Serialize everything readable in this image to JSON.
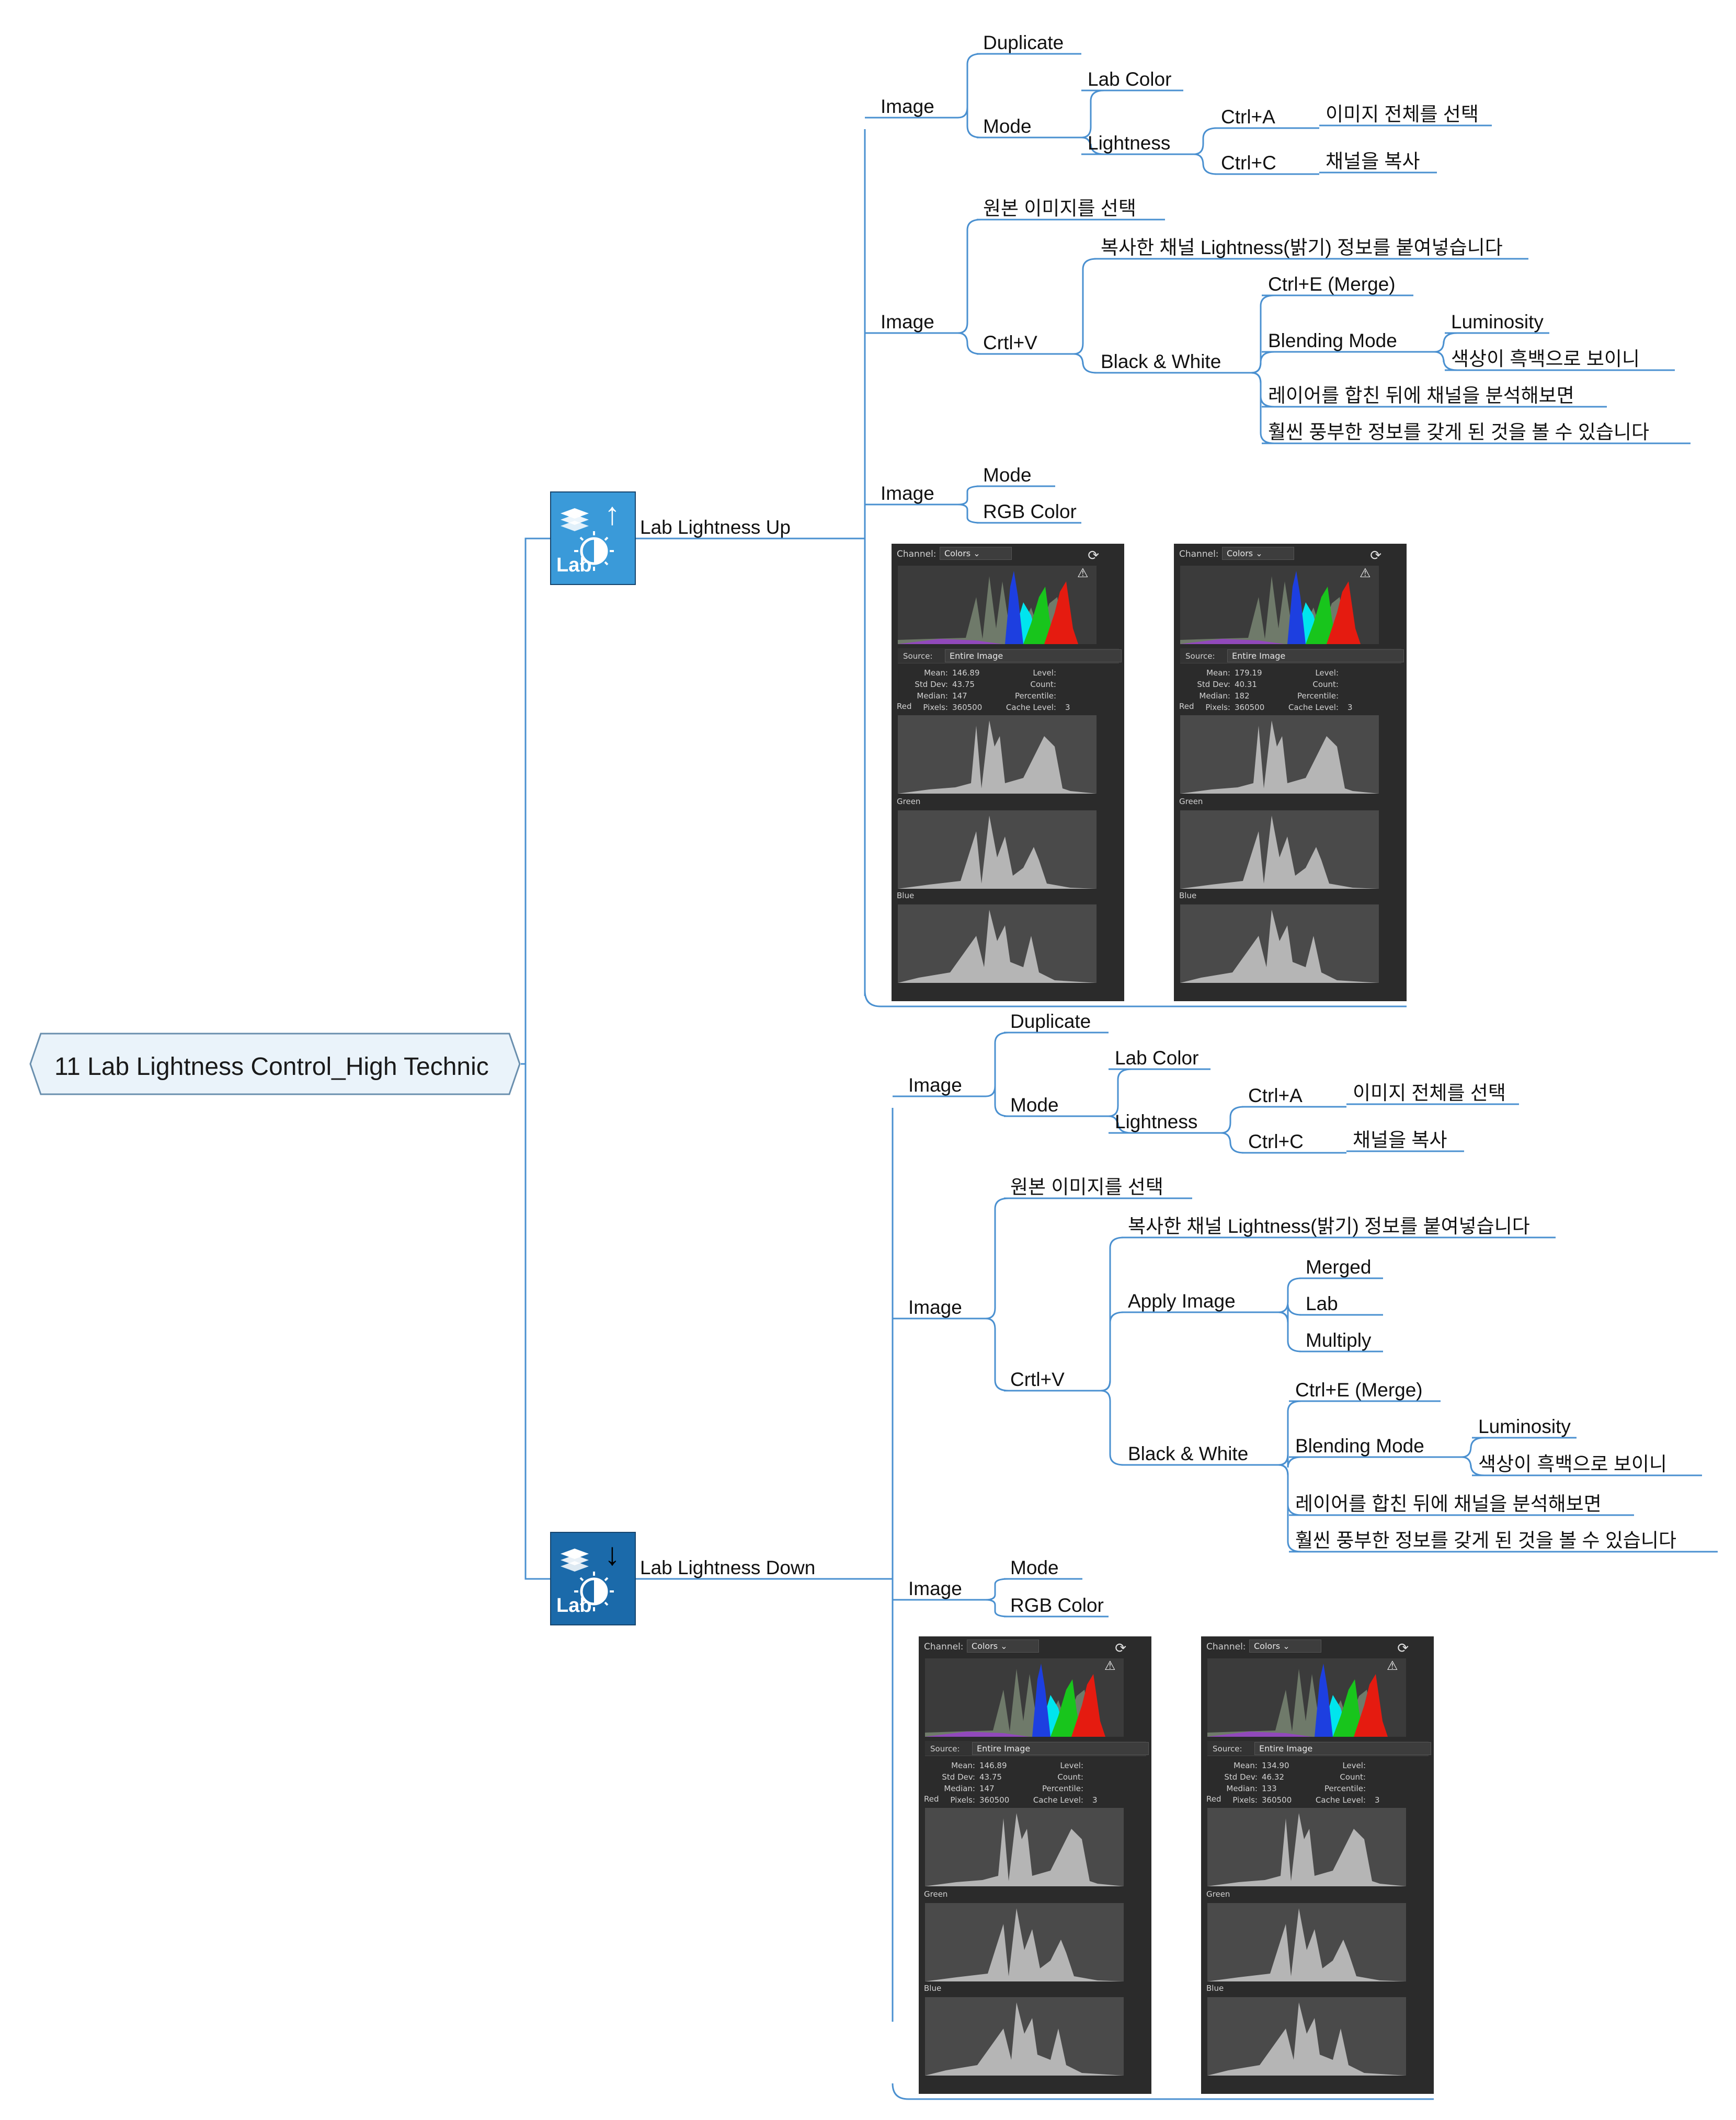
{
  "central_topic": "11 Lab Lightness Control_High Technic",
  "branch_icon": "lab-lightness-icon",
  "branches": [
    {
      "label": "Lab Lightness Up",
      "icon_arrow": "up-arrow-icon",
      "icon_text": "Lab",
      "icon_color": "#3a9ad9",
      "groups": [
        {
          "label": "Image",
          "items": [
            {
              "label": "Duplicate"
            },
            {
              "label": "Mode",
              "items": [
                {
                  "label": "Lab Color"
                },
                {
                  "label": "Lightness",
                  "items": [
                    {
                      "label": "Ctrl+A",
                      "items": [
                        {
                          "label": "이미지 전체를 선택"
                        }
                      ]
                    },
                    {
                      "label": "Ctrl+C",
                      "items": [
                        {
                          "label": "채널을 복사"
                        }
                      ]
                    }
                  ]
                }
              ]
            }
          ]
        },
        {
          "label": "Image",
          "items": [
            {
              "label": "원본 이미지를 선택"
            },
            {
              "label": "Crtl+V",
              "items": [
                {
                  "label": "복사한 채널 Lightness(밝기) 정보를 붙여넣습니다"
                },
                {
                  "label": "Black & White",
                  "items": [
                    {
                      "label": "Ctrl+E (Merge)"
                    },
                    {
                      "label": "Blending Mode",
                      "items": [
                        {
                          "label": "Luminosity"
                        },
                        {
                          "label": "색상이 흑백으로 보이니"
                        }
                      ]
                    },
                    {
                      "label": "레이어를 합친 뒤에 채널을 분석해보면"
                    },
                    {
                      "label": "훨씬 풍부한 정보를 갖게 된 것을 볼 수 있습니다"
                    }
                  ]
                }
              ]
            }
          ]
        },
        {
          "label": "Image",
          "items": [
            {
              "label": "Mode"
            },
            {
              "label": "RGB Color"
            }
          ]
        }
      ],
      "histograms": [
        {
          "channel_label": "Channel:",
          "channel": "Colors",
          "source_label": "Source:",
          "source": "Entire Image",
          "mean": "146.89",
          "std_dev": "43.75",
          "median": "147",
          "pixels": "360500",
          "cache_level": "3"
        },
        {
          "channel_label": "Channel:",
          "channel": "Colors",
          "source_label": "Source:",
          "source": "Entire Image",
          "mean": "179.19",
          "std_dev": "40.31",
          "median": "182",
          "pixels": "360500",
          "cache_level": "3"
        }
      ]
    },
    {
      "label": "Lab Lightness Down",
      "icon_arrow": "down-arrow-icon",
      "icon_text": "Lab",
      "icon_color": "#1b6aaa",
      "groups": [
        {
          "label": "Image",
          "items": [
            {
              "label": "Duplicate"
            },
            {
              "label": "Mode",
              "items": [
                {
                  "label": "Lab Color"
                },
                {
                  "label": "Lightness",
                  "items": [
                    {
                      "label": "Ctrl+A",
                      "items": [
                        {
                          "label": "이미지 전체를 선택"
                        }
                      ]
                    },
                    {
                      "label": "Ctrl+C",
                      "items": [
                        {
                          "label": "채널을 복사"
                        }
                      ]
                    }
                  ]
                }
              ]
            }
          ]
        },
        {
          "label": "Image",
          "items": [
            {
              "label": "원본 이미지를 선택"
            },
            {
              "label": "Crtl+V",
              "items": [
                {
                  "label": "복사한 채널 Lightness(밝기) 정보를 붙여넣습니다"
                },
                {
                  "label": "Apply Image",
                  "items": [
                    {
                      "label": "Merged"
                    },
                    {
                      "label": "Lab"
                    },
                    {
                      "label": "Multiply"
                    }
                  ]
                },
                {
                  "label": "Black & White",
                  "items": [
                    {
                      "label": "Ctrl+E (Merge)"
                    },
                    {
                      "label": "Blending Mode",
                      "items": [
                        {
                          "label": "Luminosity"
                        },
                        {
                          "label": "색상이 흑백으로 보이니"
                        }
                      ]
                    },
                    {
                      "label": "레이어를 합친 뒤에 채널을 분석해보면"
                    },
                    {
                      "label": "훨씬 풍부한 정보를 갖게 된 것을 볼 수 있습니다"
                    }
                  ]
                }
              ]
            }
          ]
        },
        {
          "label": "Image",
          "items": [
            {
              "label": "Mode"
            },
            {
              "label": "RGB Color"
            }
          ]
        }
      ],
      "histograms": [
        {
          "channel_label": "Channel:",
          "channel": "Colors",
          "source_label": "Source:",
          "source": "Entire Image",
          "mean": "146.89",
          "std_dev": "43.75",
          "median": "147",
          "pixels": "360500",
          "cache_level": "3"
        },
        {
          "channel_label": "Channel:",
          "channel": "Colors",
          "source_label": "Source:",
          "source": "Entire Image",
          "mean": "134.90",
          "std_dev": "46.32",
          "median": "133",
          "pixels": "360500",
          "cache_level": "3"
        }
      ]
    }
  ],
  "histogram_labels": {
    "mean": "Mean:",
    "std_dev": "Std Dev:",
    "median": "Median:",
    "pixels": "Pixels:",
    "level": "Level:",
    "count": "Count:",
    "percentile": "Percentile:",
    "cache_level": "Cache Level:",
    "red": "Red",
    "green": "Green",
    "blue": "Blue"
  },
  "colors": {
    "line": "#4a90d0",
    "central_bg": "#eaf3fa",
    "central_border": "#6a8fae",
    "panel_bg": "#2b2b2b",
    "plot_bg": "#4a4a4a",
    "hist_gray": "#b5b5b5"
  }
}
